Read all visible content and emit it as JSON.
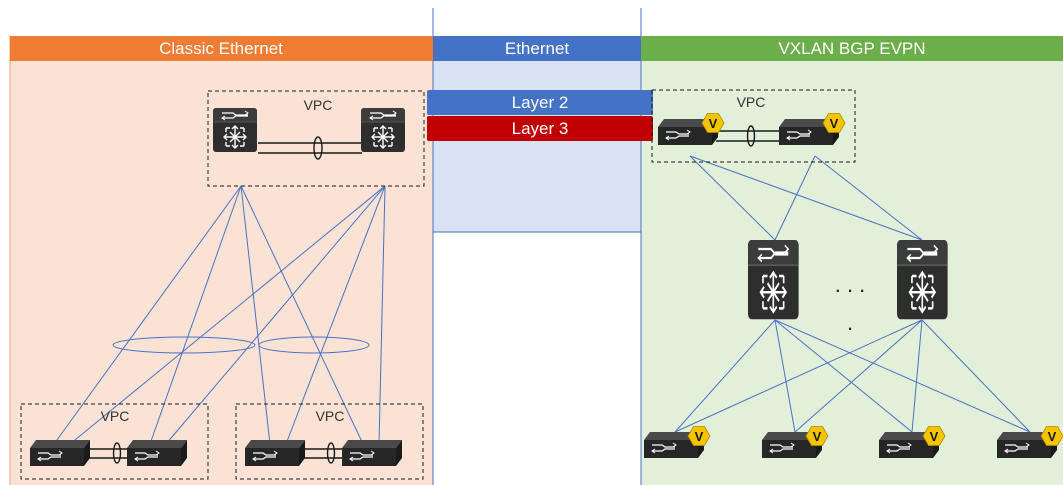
{
  "sections": {
    "classic": {
      "title": "Classic Ethernet",
      "header_color": "#ee7c32",
      "body_color": "#fae2d4"
    },
    "ethernet": {
      "title": "Ethernet",
      "header_color": "#4472c4",
      "body_color": "#d9e2f2"
    },
    "vxlan": {
      "title": "VXLAN BGP EVPN",
      "header_color": "#6cae4a",
      "body_color": "#e2efd9"
    }
  },
  "bands": {
    "layer2": {
      "label": "Layer 2",
      "color": "#4472c4"
    },
    "layer3": {
      "label": "Layer 3",
      "color": "#c00000"
    }
  },
  "vpc_label": "VPC",
  "vtep_badge": "V",
  "badge_color": "#f5c400",
  "link_color": "#4a72c4",
  "ellipsis": ". . .",
  "ellipsis_vertical": "."
}
